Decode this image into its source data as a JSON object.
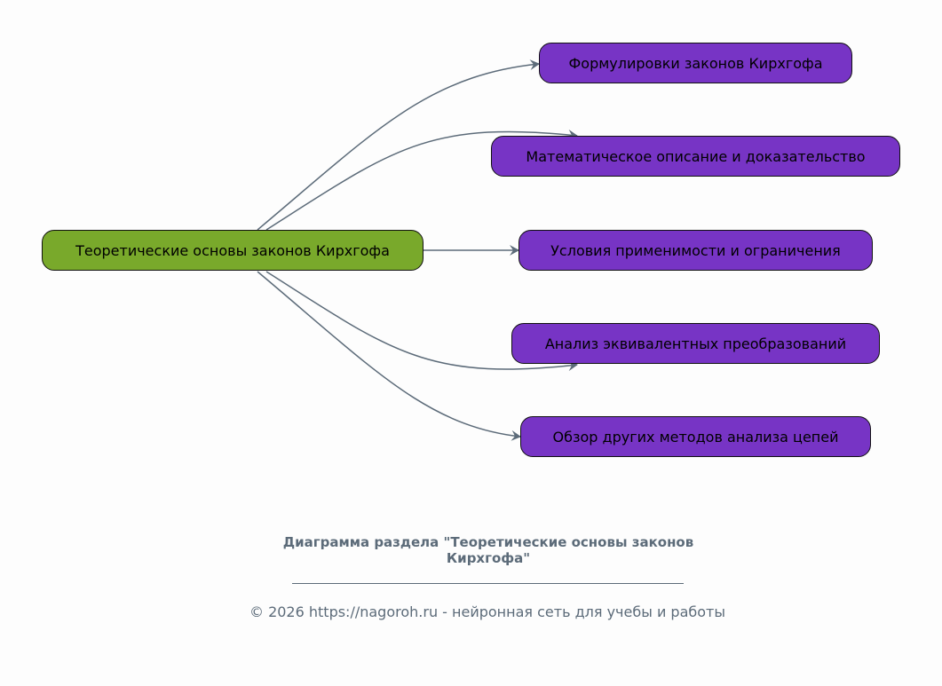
{
  "root": {
    "label": "Теоретические основы законов Кирхгофа",
    "color": "#79a92b"
  },
  "children": [
    {
      "label": "Формулировки законов Кирхгофа"
    },
    {
      "label": "Математическое описание и доказательство"
    },
    {
      "label": "Условия применимости и ограничения"
    },
    {
      "label": "Анализ эквивалентных преобразований"
    },
    {
      "label": "Обзор других методов анализа цепей"
    }
  ],
  "child_color": "#7734c5",
  "edge_color": "#5c6b79",
  "caption": {
    "title": "Диаграмма раздела \"Теоретические основы законов Кирхгофа\"",
    "footer": "© 2026 https://nagoroh.ru - нейронная сеть для учебы и работы"
  }
}
